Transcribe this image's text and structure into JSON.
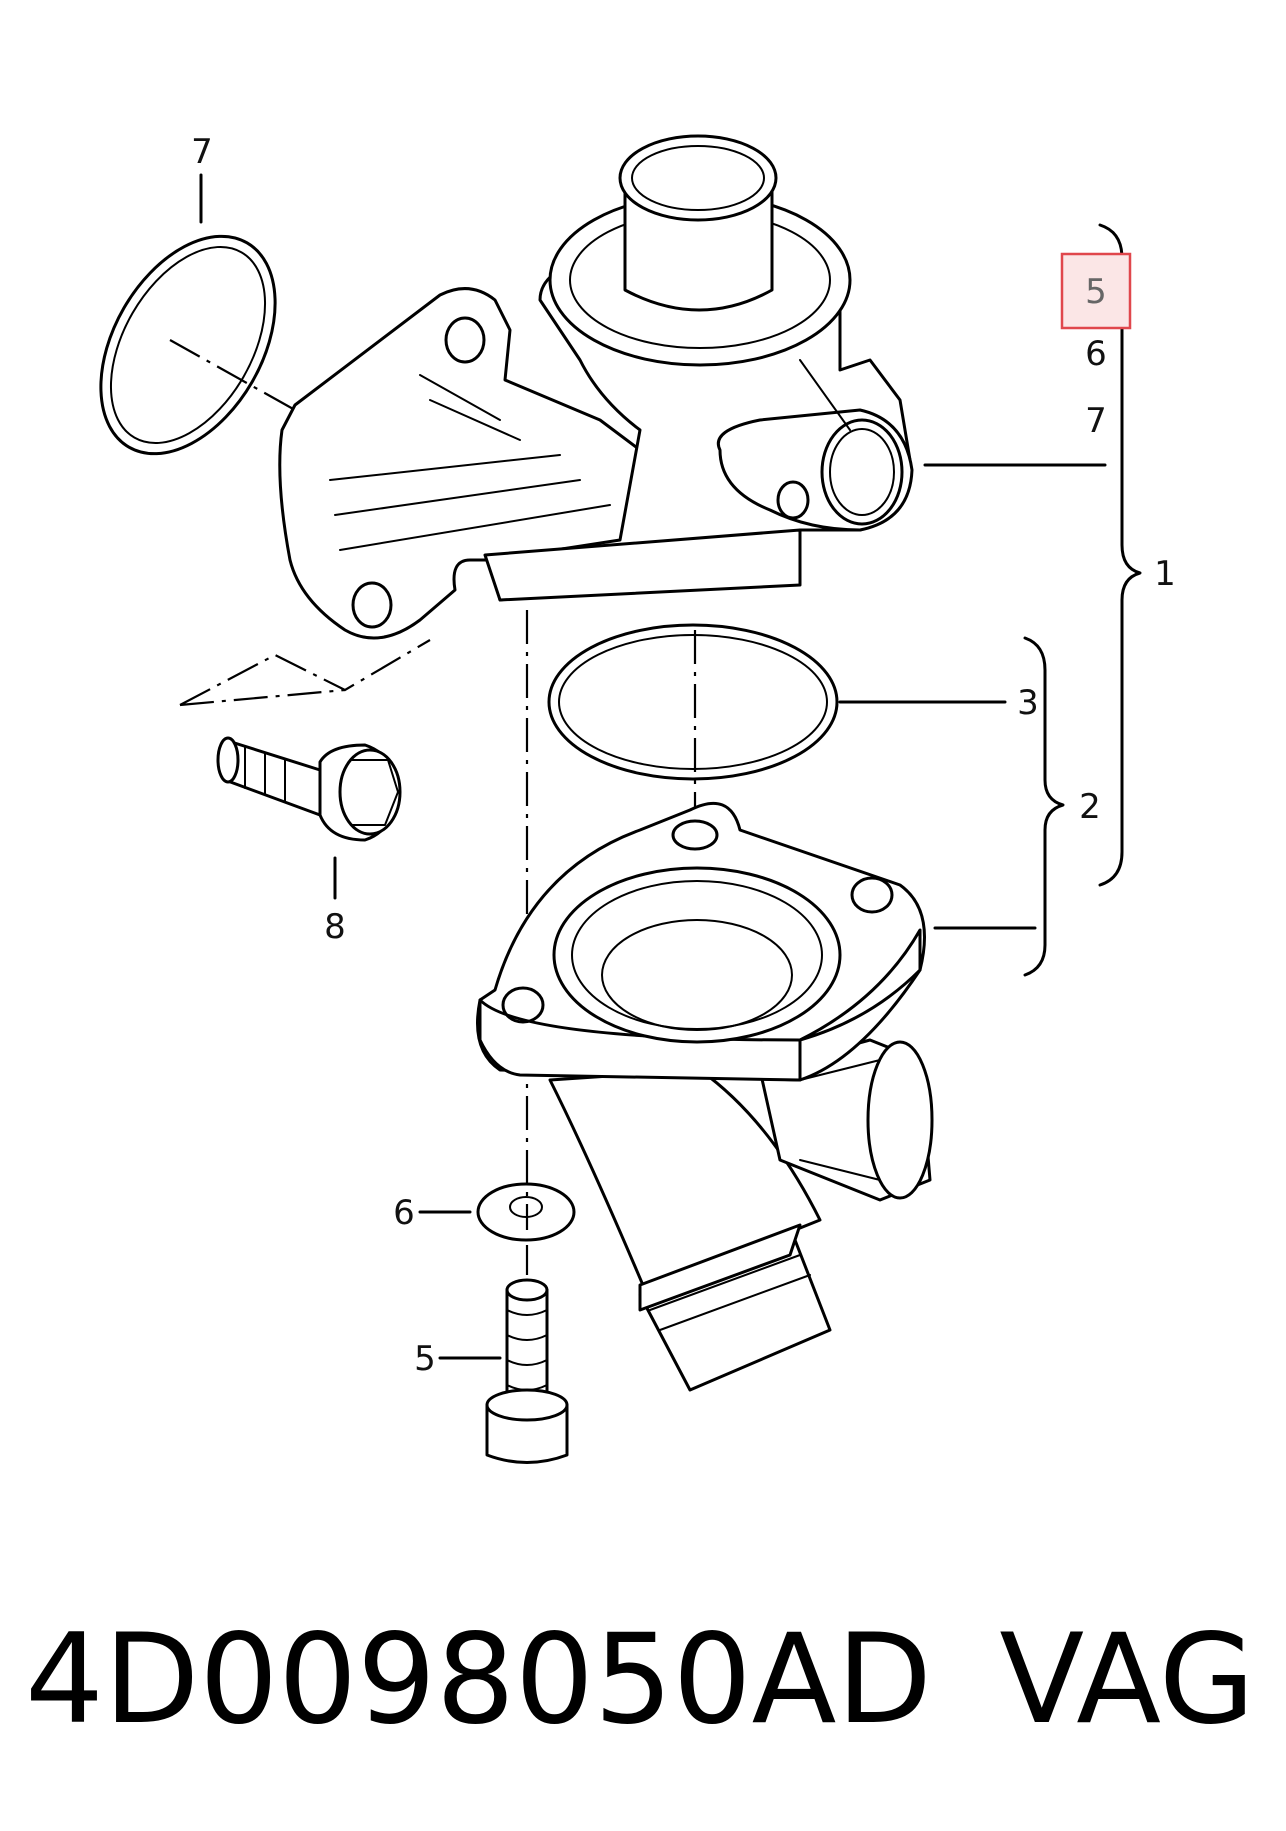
{
  "callouts": {
    "top_left_ring": "7",
    "bolt_top": "8",
    "right_five": "5",
    "right_six": "6",
    "right_seven": "7",
    "assembly": "1",
    "sub_assembly": "2",
    "oring_middle": "3",
    "washer": "6",
    "bolt_bottom": "5"
  },
  "highlight": {
    "label": "5",
    "color": "#e0474c",
    "fill": "#fbe6e6"
  },
  "footer": {
    "part_number": "4D0098050AD",
    "brand": "VAG"
  }
}
